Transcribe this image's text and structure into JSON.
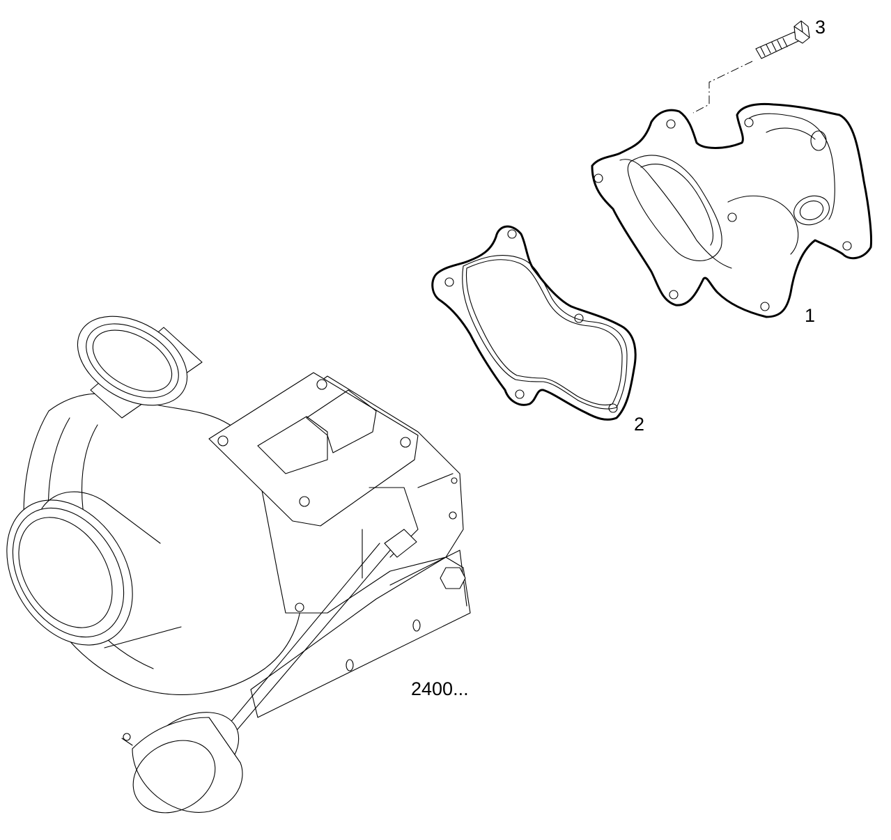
{
  "callouts": {
    "part1": "1",
    "part2": "2",
    "part3": "3",
    "reference": "2400..."
  },
  "parts": {
    "part1_icon": "exhaust-elbow-icon",
    "part2_icon": "gasket-icon",
    "part3_icon": "bolt-icon",
    "reference_icon": "turbocharger-icon"
  },
  "colors": {
    "line": "#000000",
    "background": "#ffffff"
  }
}
